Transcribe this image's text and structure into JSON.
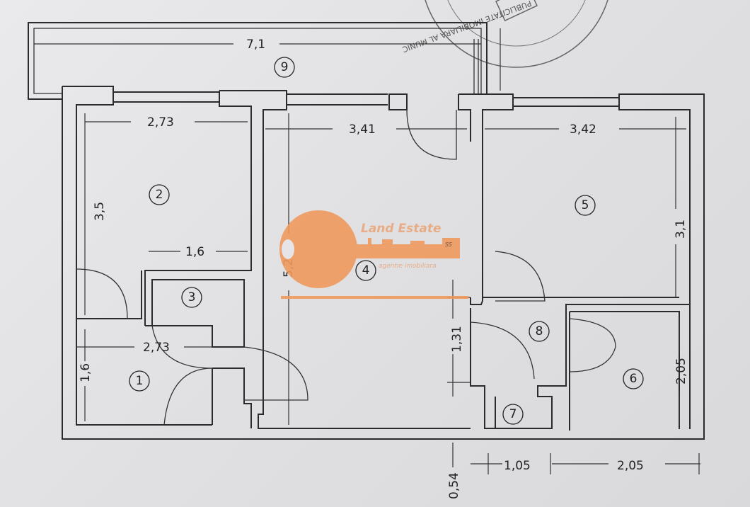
{
  "plan": {
    "rooms": [
      "1",
      "2",
      "3",
      "4",
      "5",
      "6",
      "7",
      "8",
      "9"
    ],
    "dimensions": {
      "balcony_length": "7,1",
      "room2_width": "2,73",
      "room4_width": "3,41",
      "room5_width": "3,42",
      "room2_height": "3,5",
      "room3_width": "1,6",
      "room4_height": "5,2",
      "room5_height": "3,1",
      "hall_height": "1,31",
      "room1_width": "2,73",
      "room1_height": "1,6",
      "room6_height": "2,05",
      "offset": "0,54",
      "room7_width": "1,05",
      "room6_width": "2,05"
    }
  },
  "watermark": {
    "brand": "Land Estate",
    "tagline": "agentie imobiliara",
    "monogram": "SS",
    "color": "#f09a5e"
  },
  "stamp": {
    "text": "PUBLICITATE IMOBILIARA AL MUNIC"
  }
}
